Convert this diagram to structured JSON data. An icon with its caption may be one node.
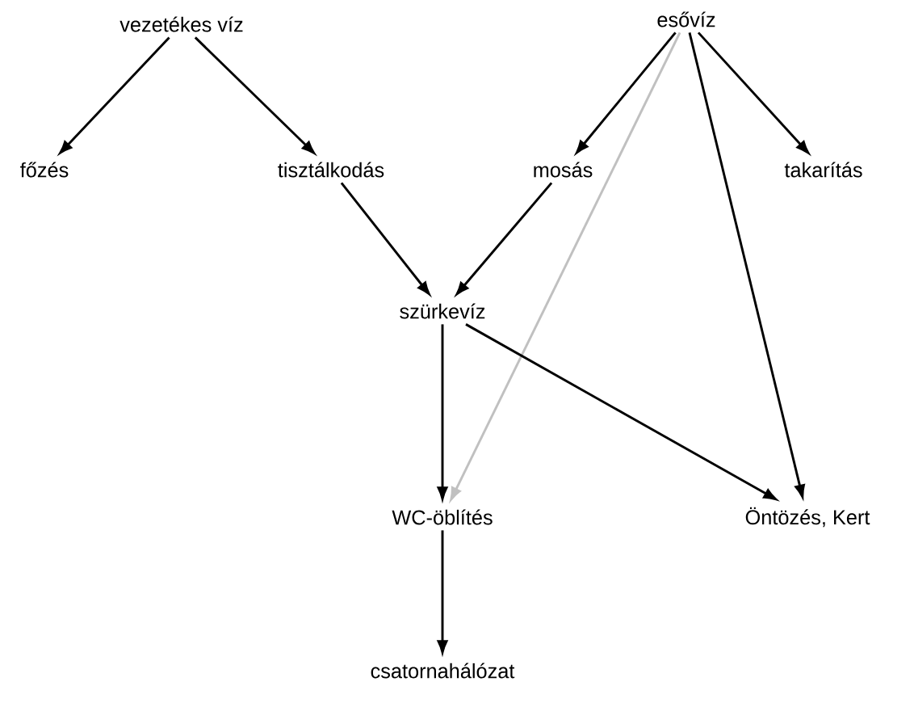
{
  "diagram": {
    "nodes": [
      {
        "text": [
          "vezetékes víz"
        ]
      },
      {
        "text": [
          "esővíz"
        ]
      },
      {
        "text": [
          "főzés"
        ]
      },
      {
        "text": [
          "tisztálkodás"
        ]
      },
      {
        "text": [
          "mosás"
        ]
      },
      {
        "text": [
          "takarítás"
        ]
      },
      {
        "text": [
          "szürkevíz"
        ]
      },
      {
        "text": [
          "WC-öblítés"
        ]
      },
      {
        "text": [
          "Öntözés, Kert"
        ]
      },
      {
        "text": [
          "csatornahálózat"
        ]
      }
    ],
    "edges": [
      {
        "from": 0,
        "to": 2,
        "arrow": "to"
      },
      {
        "from": 0,
        "to": 3,
        "arrow": "to"
      },
      {
        "from": 1,
        "to": 4,
        "arrow": "to"
      },
      {
        "from": 1,
        "to": 7,
        "arrow": "to",
        "color": "#c0c0c0"
      },
      {
        "from": 1,
        "to": 8,
        "arrow": "to"
      },
      {
        "from": 1,
        "to": 5,
        "arrow": "to"
      },
      {
        "from": 3,
        "to": 6,
        "arrow": "to"
      },
      {
        "from": 4,
        "to": 6,
        "arrow": "to"
      },
      {
        "from": 6,
        "to": 7,
        "arrow": "to"
      },
      {
        "from": 6,
        "to": 8,
        "arrow": "to"
      },
      {
        "from": 7,
        "to": 9,
        "arrow": "to"
      }
    ]
  }
}
